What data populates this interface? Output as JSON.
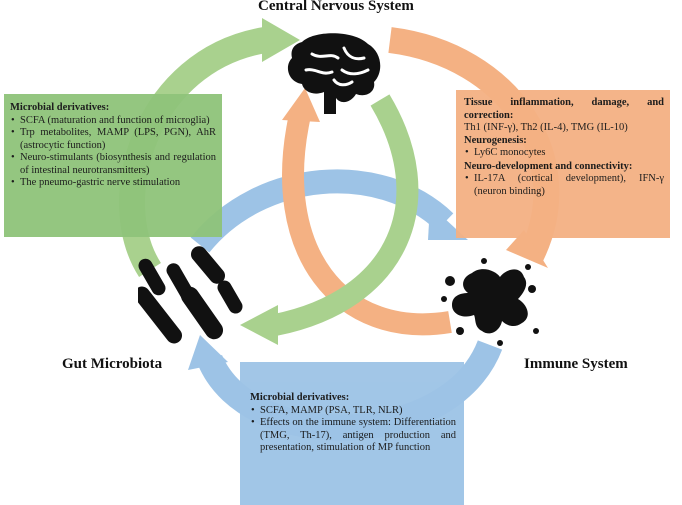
{
  "titles": {
    "cns": "Central Nervous System",
    "gut": "Gut Microbiota",
    "immune": "Immune System"
  },
  "colors": {
    "green": "#a9d18e",
    "green_box": "#8fc47a",
    "orange": "#f4b183",
    "orange_box": "#f4b183",
    "blue": "#9dc3e6",
    "blue_box": "#9dc3e6",
    "icon": "#111111"
  },
  "icons": {
    "cns": "brain-icon",
    "gut": "bacteria-icon",
    "immune": "cell-splash-icon"
  },
  "green_box": {
    "heading": "Microbial derivatives:",
    "items": [
      "SCFA (maturation and function of microglia)",
      "Trp metabolites, MAMP (LPS, PGN), AhR (astrocytic function)",
      "Neuro-stimulants (biosynthesis and regulation of intestinal neurotransmitters)",
      "The pneumo-gastric nerve stimulation"
    ]
  },
  "orange_box": {
    "sections": [
      {
        "heading": "Tissue inflammation, damage, and correction:",
        "text": "Th1 (INF-γ), Th2 (IL-4), TMG (IL-10)"
      },
      {
        "heading": "Neurogenesis:",
        "items": [
          "Ly6C monocytes"
        ]
      },
      {
        "heading": "Neuro-development and connectivity:",
        "items": [
          "IL-17A (cortical development), IFN-γ (neuron binding)"
        ]
      }
    ]
  },
  "blue_box": {
    "heading": "Microbial derivatives:",
    "items": [
      "SCFA, MAMP (PSA, TLR, NLR)",
      "Effects on the immune system: Differentiation (TMG, Th-17), antigen production and presentation, stimulation of MP function"
    ]
  }
}
